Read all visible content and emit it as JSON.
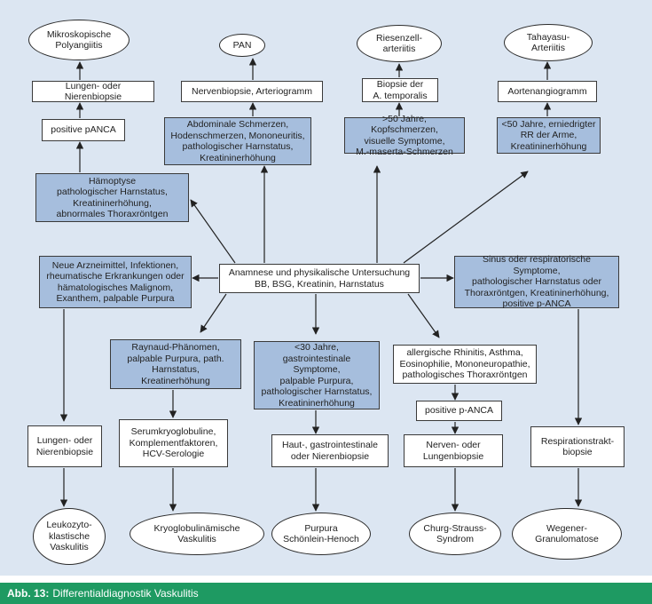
{
  "caption": {
    "label": "Abb. 13:",
    "text": "Differentialdiagnostik Vaskulitis"
  },
  "nodes": {
    "e_mpa": "Mikroskopische\nPolyangiitis",
    "e_pan": "PAN",
    "e_riesen": "Riesenzell-\narteriitis",
    "e_takayasu": "Tahayasu-\nArteriitis",
    "b_lung_kidney_biopsy": "Lungen- oder Nierenbiopsie",
    "b_pos_panca": "positive pANCA",
    "b_haemoptyse": "Hämoptyse\npathologischer Harnstatus,\nKreatininerhöhung,\nabnormales Thoraxröntgen",
    "b_nerve_biopsy": "Nervenbiopsie, Arteriogramm",
    "b_abdominal": "Abdominale Schmerzen,\nHodenschmerzen, Mononeuritis,\npathologischer Harnstatus,\nKreatininerhöhung",
    "b_temporalis": "Biopsie der\nA. temporalis",
    "b_over50": ">50 Jahre, Kopfschmerzen,\nvisuelle Symptome,\nM.-maserta-Schmerzen",
    "b_aorto": "Aortenangiogramm",
    "b_under50": "<50 Jahre, erniedrigter\nRR der Arme,\nKreatininerhöhung",
    "b_center": "Anamnese und physikalische Untersuchung\nBB, BSG, Kreatinin, Harnstatus",
    "b_drugs": "Neue Arzneimittel, Infektionen,\nrheumatische Erkrankungen oder\nhämatologisches Malignom,\nExanthem, palpable Purpura",
    "b_sinus": "Sinus oder respiratorische Symptome,\npathologischer Harnstatus oder\nThoraxröntgen, Kreatininerhöhung,\npositive p-ANCA",
    "b_raynaud": "Raynaud-Phänomen,\npalpable Purpura, path.\nHarnstatus,\nKreatinerhöhung",
    "b_under30": "<30 Jahre,\ngastrointestinale Symptome,\npalpable Purpura,\npathologischer Harnstatus,\nKreatininerhöhung",
    "b_allergic": "allergische Rhinitis, Asthma,\nEosinophilie, Mononeuropathie,\npathologisches Thoraxröntgen",
    "b_pos_panca2": "positive p-ANCA",
    "b_lung_kidney_biopsy2": "Lungen- oder\nNierenbiopsie",
    "b_cryo": "Serumkryoglobuline,\nKomplementfaktoren,\nHCV-Serologie",
    "b_skin_biopsy": "Haut-, gastrointestinale\noder Nierenbiopsie",
    "b_nerve_lung_biopsy": "Nerven- oder\nLungenbiopsie",
    "b_resp_biopsy": "Respirationstrakt-\nbiopsie",
    "e_leuko": "Leukozyto-\nklastische\nVaskulitis",
    "e_kryo": "Kryoglobulinämische\nVaskulitis",
    "e_purpura": "Purpura\nSchönlein-Henoch",
    "e_churg": "Churg-Strauss-\nSyndrom",
    "e_wegener": "Wegener-\nGranulomatose"
  }
}
